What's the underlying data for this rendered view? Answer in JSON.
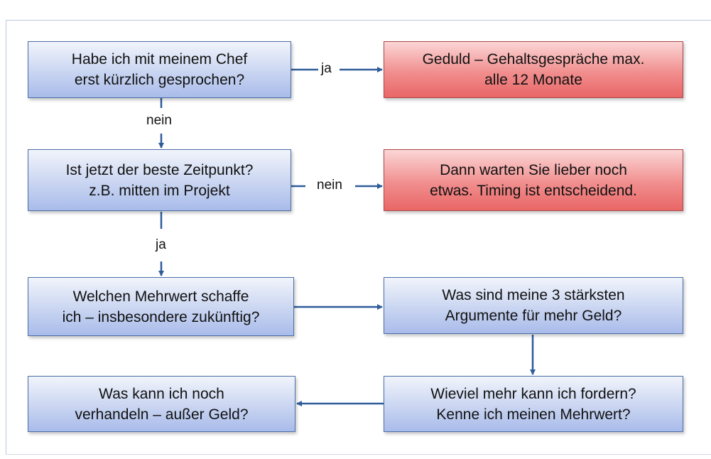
{
  "nodes": {
    "q1": "Habe ich mit meinem Chef\nerst kürzlich gesprochen?",
    "r1": "Geduld – Gehaltsgespräche max.\nalle 12 Monate",
    "q2": "Ist jetzt der beste Zeitpunkt?\nz.B. mitten im Projekt",
    "r2": "Dann warten Sie lieber noch\netwas. Timing ist entscheidend.",
    "q3": "Welchen Mehrwert schaffe\nich – insbesondere zukünftig?",
    "q4": "Was sind meine 3 stärksten\nArgumente für mehr Geld?",
    "q5": "Wieviel mehr kann ich fordern?\nKenne ich meinen Mehrwert?",
    "q6": "Was kann ich noch\nverhandeln – außer Geld?"
  },
  "edges": {
    "q1_r1": "ja",
    "q1_q2": "nein",
    "q2_r2": "nein",
    "q2_q3": "ja"
  },
  "colors": {
    "box_blue": "#c9d5f1",
    "box_red": "#f18e8e",
    "arrow": "#2f5c9a"
  }
}
